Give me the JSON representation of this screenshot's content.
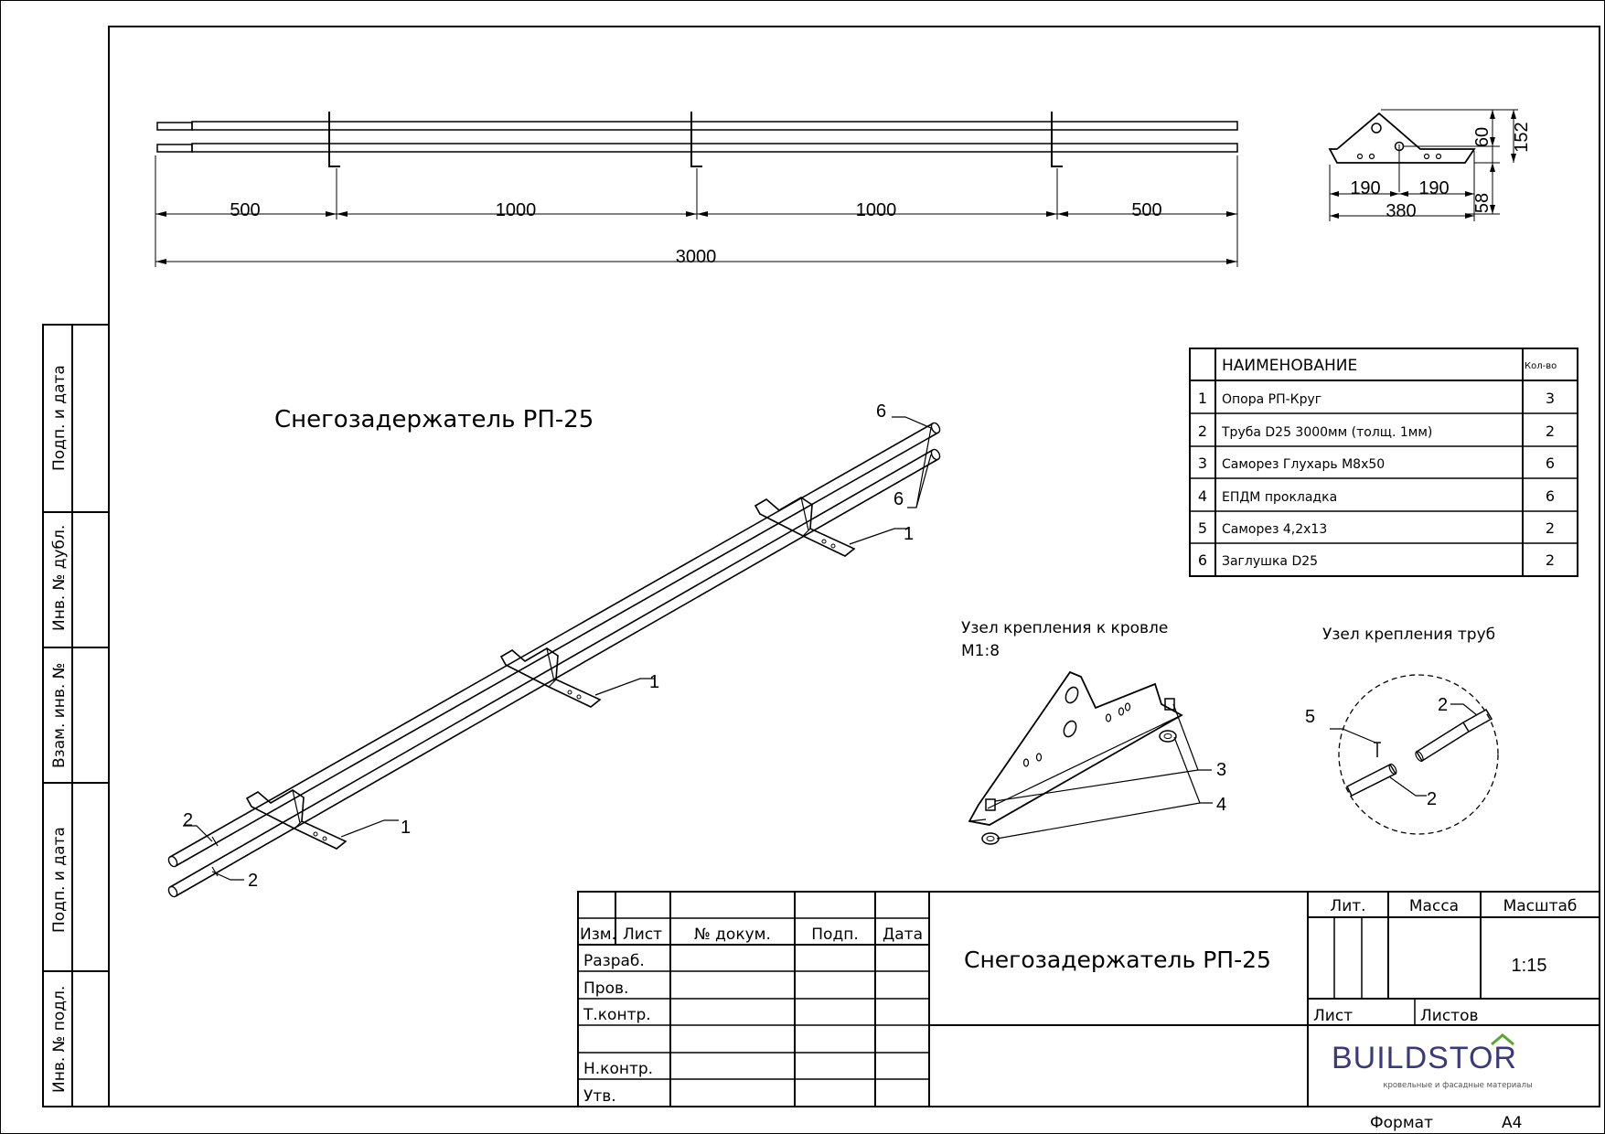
{
  "title": "Снегозадержатель РП-25",
  "plan_dims": {
    "segments": [
      "500",
      "1000",
      "1000",
      "500"
    ],
    "total": "3000"
  },
  "bracket_dims": {
    "h1": "60",
    "h2": "152",
    "h3": "58",
    "w1": "190",
    "w2": "190",
    "w": "380"
  },
  "callouts": [
    "1",
    "1",
    "1",
    "2",
    "2",
    "6",
    "6"
  ],
  "bom": {
    "header_name": "НАИМЕНОВАНИЕ",
    "header_qty": "Кол-во",
    "rows": [
      {
        "n": "1",
        "name": "Опора РП-Круг",
        "qty": "3"
      },
      {
        "n": "2",
        "name": "Труба D25 3000мм (толщ. 1мм)",
        "qty": "2"
      },
      {
        "n": "3",
        "name": "Саморез Глухарь М8х50",
        "qty": "6"
      },
      {
        "n": "4",
        "name": "ЕПДМ прокладка",
        "qty": "6"
      },
      {
        "n": "5",
        "name": "Саморез 4,2х13",
        "qty": "2"
      },
      {
        "n": "6",
        "name": "Заглушка D25",
        "qty": "2"
      }
    ]
  },
  "detail_roof": {
    "title": "Узел крепления к кровле",
    "scale": "М1:8",
    "labels": [
      "3",
      "4"
    ]
  },
  "detail_pipe": {
    "title": "Узел крепления труб",
    "labels": [
      "2",
      "5",
      "2"
    ]
  },
  "side_stamp": [
    "Подп. и дата",
    "Инв. № дубл.",
    "Взам. инв. №",
    "Подп. и дата",
    "Инв. № подл."
  ],
  "title_block": {
    "cols": [
      "Изм.",
      "Лист",
      "№ докум.",
      "Подп.",
      "Дата"
    ],
    "rows": [
      "Разраб.",
      "Пров.",
      "Т.контр.",
      "",
      "Н.контр.",
      "Утв."
    ],
    "name": "Снегозадержатель РП-25",
    "lit": "Лит.",
    "mass": "Масса",
    "scale_label": "Масштаб",
    "scale": "1:15",
    "sheet": "Лист",
    "sheets": "Листов",
    "brand": "BUILDSTOR",
    "brand_sub": "кровельные и фасадные материалы",
    "format_label": "Формат",
    "format": "А4"
  },
  "colors": {
    "brand": "#3a3a7a",
    "brand_accent": "#5aa832"
  }
}
